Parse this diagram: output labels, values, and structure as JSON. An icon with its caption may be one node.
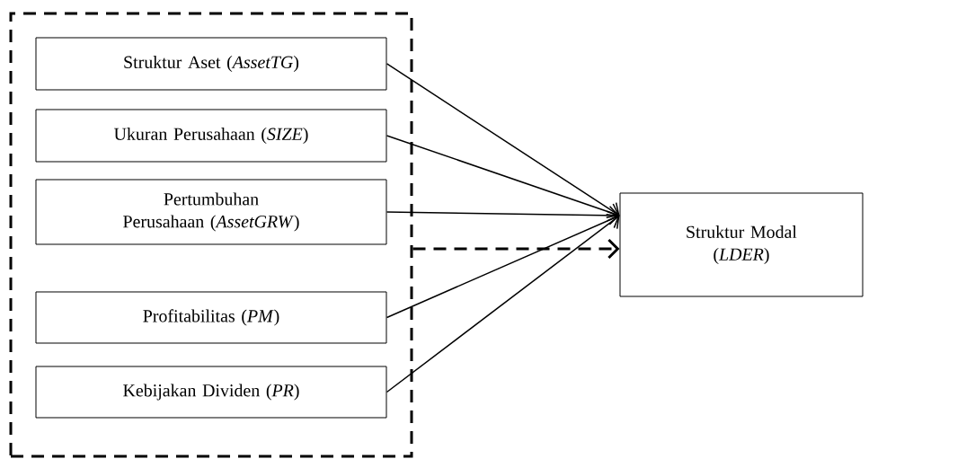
{
  "diagram": {
    "nodes": [
      {
        "text": [],
        "shape": "box"
      },
      {
        "text": [
          "Struktur Aset (*AssetTG*)"
        ],
        "in": 0
      },
      {
        "text": [
          "Ukuran Perusahaan (*SIZE*)"
        ],
        "in": 0
      },
      {
        "text": [
          "Pertumbuhan Perusahaan (*AssetGRW*)"
        ],
        "in": 0
      },
      {
        "text": [
          "Profitabilitas (*PM*)"
        ],
        "in": 0
      },
      {
        "text": [
          "Kebijakan Dividen (*PR*)"
        ],
        "in": 0
      },
      {
        "text": [
          "Struktur Modal (*LDER*)"
        ]
      }
    ],
    "edges": [
      {
        "from": 1,
        "to": 6,
        "arrow": "to"
      },
      {
        "from": 2,
        "to": 6,
        "arrow": "to"
      },
      {
        "from": 3,
        "to": 6,
        "arrow": "to"
      },
      {
        "from": 4,
        "to": 6,
        "arrow": "to"
      },
      {
        "from": 5,
        "to": 6,
        "arrow": "to"
      },
      {
        "from": 0,
        "to": 6,
        "arrow": "to",
        "style": "dashed"
      }
    ]
  }
}
